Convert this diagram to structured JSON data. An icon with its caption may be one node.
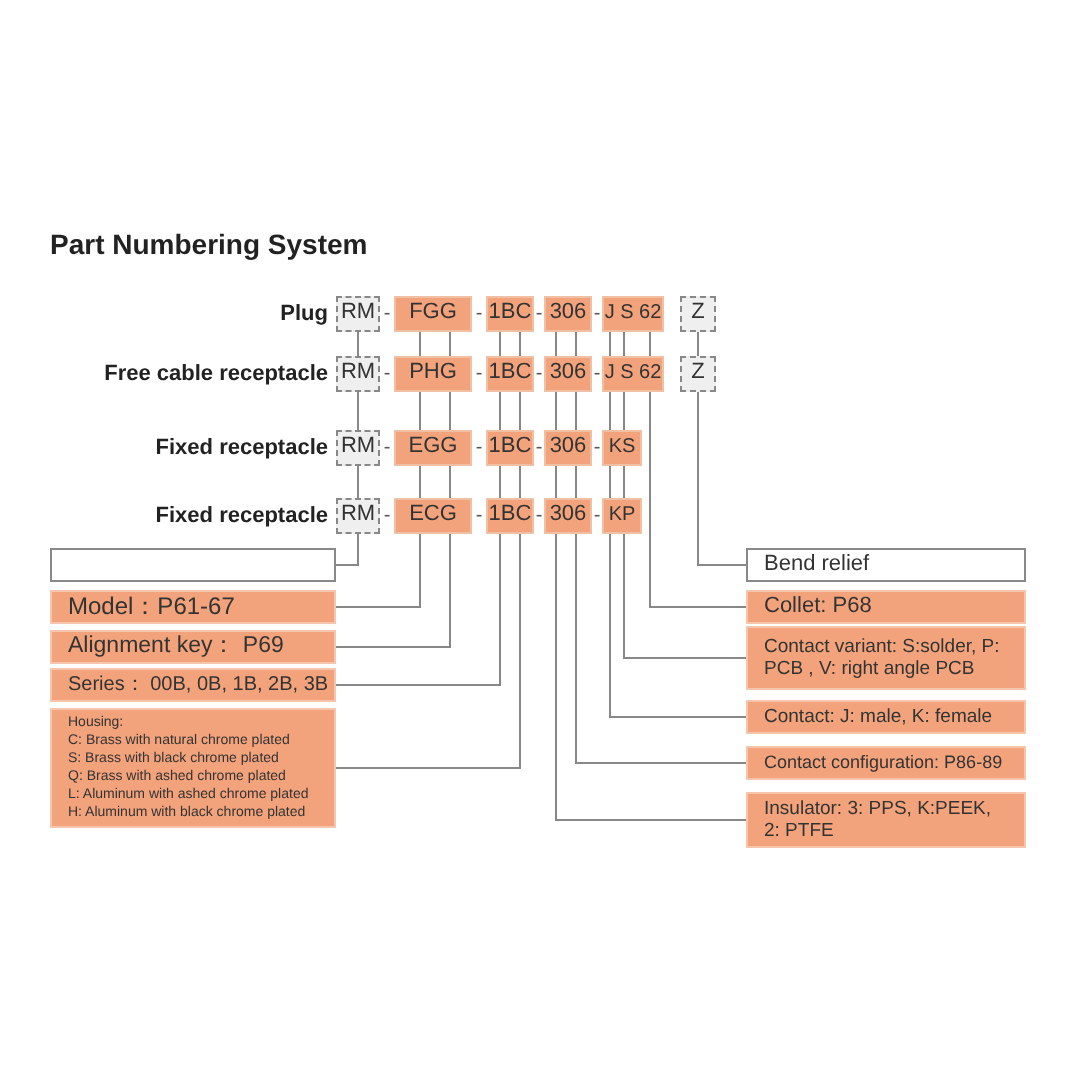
{
  "diagram": {
    "title": "Part Numbering System",
    "nodes": [
      {
        "text": [
          "RM"
        ]
      },
      {
        "text": [
          "FGG"
        ]
      },
      {
        "text": [
          "1BC"
        ]
      },
      {
        "text": [
          "306"
        ]
      },
      {
        "text": [
          "J S 62"
        ]
      },
      {
        "text": [
          "Z"
        ]
      },
      {
        "text": [
          "RM"
        ]
      },
      {
        "text": [
          "PHG"
        ]
      },
      {
        "text": [
          "1BC"
        ]
      },
      {
        "text": [
          "306"
        ]
      },
      {
        "text": [
          "J S 62"
        ]
      },
      {
        "text": [
          "Z"
        ]
      },
      {
        "text": [
          "RM"
        ]
      },
      {
        "text": [
          "EGG"
        ]
      },
      {
        "text": [
          "1BC"
        ]
      },
      {
        "text": [
          "306"
        ]
      },
      {
        "text": [
          "KS"
        ]
      },
      {
        "text": [
          "RM"
        ]
      },
      {
        "text": [
          "ECG"
        ]
      },
      {
        "text": [
          "1BC"
        ]
      },
      {
        "text": [
          "306"
        ]
      },
      {
        "text": [
          "KP"
        ]
      },
      {
        "text": [],
        "shape": "box"
      },
      {
        "text": [
          "Model：P61-67"
        ]
      },
      {
        "text": [
          "Alignment key： P69"
        ]
      },
      {
        "text": [
          "Series： 00B, 0B, 1B, 2B, 3B"
        ]
      },
      {
        "text": [
          "Housing:",
          "C: Brass with natural chrome plated",
          "S: Brass with black chrome plated",
          "Q: Brass with ashed chrome plated",
          "L: Aluminum with ashed chrome plated",
          "H: Aluminum with black chrome plated"
        ]
      },
      {
        "text": [
          "Bend relief"
        ]
      },
      {
        "text": [
          "Collet: P68"
        ]
      },
      {
        "text": [
          "Contact variant: S:solder, P: PCB , V: right angle PCB"
        ]
      },
      {
        "text": [
          "Contact: J: male, K: female"
        ]
      },
      {
        "text": [
          "Contact configuration: P86-89"
        ]
      },
      {
        "text": [
          "Insulator: 3: PPS, K:PEEK, 2: PTFE"
        ]
      }
    ],
    "edges": [
      {
        "from": 0,
        "to": 6,
        "arrow": "none"
      },
      {
        "from": 6,
        "to": 12,
        "arrow": "none"
      },
      {
        "from": 12,
        "to": 17,
        "arrow": "none"
      },
      {
        "from": 1,
        "to": 7,
        "arrow": "none"
      },
      {
        "from": 1,
        "to": 7,
        "arrow": "none"
      },
      {
        "from": 7,
        "to": 13,
        "arrow": "none"
      },
      {
        "from": 7,
        "to": 13,
        "arrow": "none"
      },
      {
        "from": 13,
        "to": 18,
        "arrow": "none"
      },
      {
        "from": 13,
        "to": 18,
        "arrow": "none"
      },
      {
        "from": 2,
        "to": 8,
        "arrow": "none"
      },
      {
        "from": 2,
        "to": 8,
        "arrow": "none"
      },
      {
        "from": 8,
        "to": 14,
        "arrow": "none"
      },
      {
        "from": 8,
        "to": 14,
        "arrow": "none"
      },
      {
        "from": 14,
        "to": 19,
        "arrow": "none"
      },
      {
        "from": 14,
        "to": 19,
        "arrow": "none"
      },
      {
        "from": 3,
        "to": 9,
        "arrow": "none"
      },
      {
        "from": 3,
        "to": 9,
        "arrow": "none"
      },
      {
        "from": 9,
        "to": 15,
        "arrow": "none"
      },
      {
        "from": 9,
        "to": 15,
        "arrow": "none"
      },
      {
        "from": 15,
        "to": 20,
        "arrow": "none"
      },
      {
        "from": 15,
        "to": 20,
        "arrow": "none"
      },
      {
        "from": 4,
        "to": 10,
        "arrow": "none"
      },
      {
        "from": 4,
        "to": 10,
        "arrow": "none"
      },
      {
        "from": 4,
        "to": 10,
        "arrow": "none"
      },
      {
        "from": 10,
        "to": 16,
        "arrow": "none"
      },
      {
        "from": 10,
        "to": 16,
        "arrow": "none"
      },
      {
        "from": 16,
        "to": 21,
        "arrow": "none"
      },
      {
        "from": 16,
        "to": 21,
        "arrow": "none"
      },
      {
        "from": 5,
        "to": 11,
        "arrow": "none"
      },
      {
        "from": 17,
        "to": 22,
        "arrow": "none"
      },
      {
        "from": 18,
        "to": 23,
        "arrow": "none"
      },
      {
        "from": 18,
        "to": 24,
        "arrow": "none"
      },
      {
        "from": 19,
        "to": 25,
        "arrow": "none"
      },
      {
        "from": 19,
        "to": 26,
        "arrow": "none"
      },
      {
        "from": 20,
        "to": 32,
        "arrow": "none"
      },
      {
        "from": 20,
        "to": 31,
        "arrow": "none"
      },
      {
        "from": 21,
        "to": 30,
        "arrow": "none"
      },
      {
        "from": 21,
        "to": 29,
        "arrow": "none"
      },
      {
        "from": 10,
        "to": 28,
        "arrow": "none"
      },
      {
        "from": 11,
        "to": 27,
        "arrow": "none"
      }
    ],
    "labels": [
      "Plug",
      "-",
      "-",
      "-",
      "-",
      "Free cable receptacle",
      "-",
      "-",
      "-",
      "-",
      "Fixed receptacle",
      "-",
      "-",
      "-",
      "-",
      "Fixed receptacle",
      "-",
      "-",
      "-",
      "-"
    ]
  }
}
